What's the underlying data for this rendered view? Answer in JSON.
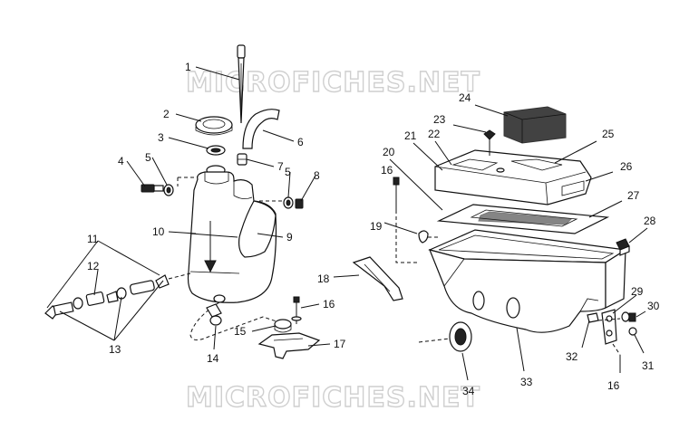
{
  "watermark": {
    "top": "MICROFICHES.NET",
    "bottom": "MICROFICHES.NET"
  },
  "callouts": {
    "c1": "1",
    "c2": "2",
    "c3": "3",
    "c4": "4",
    "c5a": "5",
    "c5b": "5",
    "c6": "6",
    "c7": "7",
    "c8": "8",
    "c9": "9",
    "c10": "10",
    "c11": "11",
    "c12": "12",
    "c13": "13",
    "c14": "14",
    "c15": "15",
    "c16a": "16",
    "c16b": "16",
    "c16c": "16",
    "c17": "17",
    "c18": "18",
    "c19": "19",
    "c20": "20",
    "c21": "21",
    "c22": "22",
    "c23": "23",
    "c24": "24",
    "c25": "25",
    "c26": "26",
    "c27": "27",
    "c28": "28",
    "c29": "29",
    "c30": "30",
    "c31": "31",
    "c32": "32",
    "c33": "33",
    "c34": "34"
  }
}
